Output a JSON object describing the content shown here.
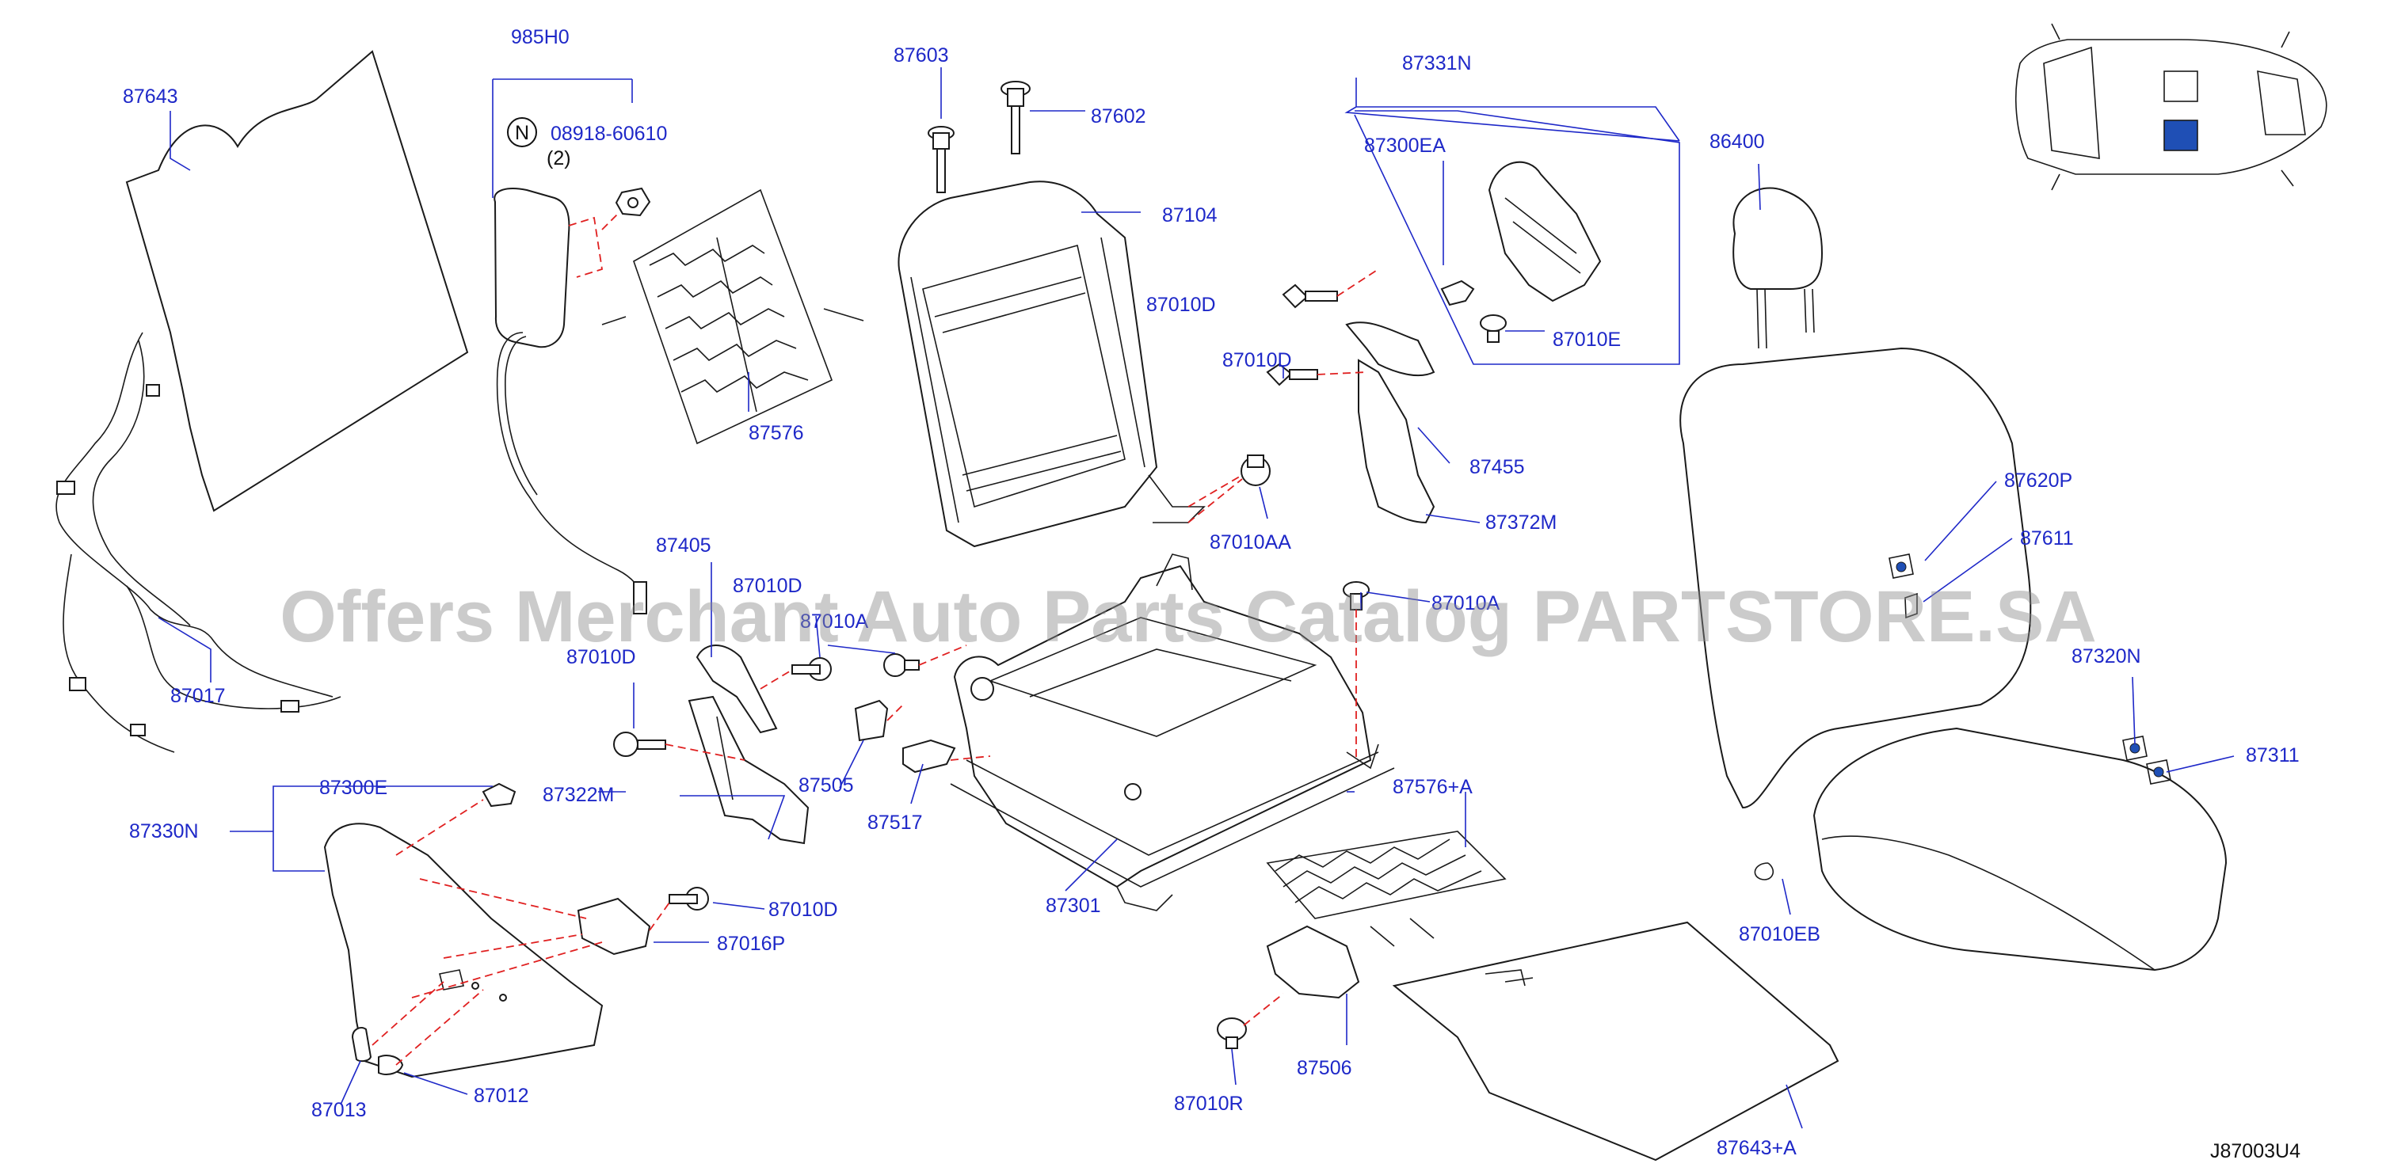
{
  "diagram_code": "J87003U4",
  "watermark": "Offers Merchant Auto Parts Catalog PARTSTORE.SA",
  "note_symbol": "N",
  "note_part": "08918-60610",
  "note_qty": "(2)",
  "labels": {
    "p87643": "87643",
    "p985H0": "985H0",
    "p87603": "87603",
    "p87602": "87602",
    "p87104": "87104",
    "p87331N": "87331N",
    "p87300EA": "87300EA",
    "p87010D_a": "87010D",
    "p87010E": "87010E",
    "p86400": "86400",
    "p87576": "87576",
    "p87010D_b": "87010D",
    "p87455": "87455",
    "p87010AA": "87010AA",
    "p87372M": "87372M",
    "p87620P": "87620P",
    "p87611": "87611",
    "p87405": "87405",
    "p87010D_c": "87010D",
    "p87010A_a": "87010A",
    "p87010A_b": "87010A",
    "p87017": "87017",
    "p87010D_d": "87010D",
    "p87320N": "87320N",
    "p87311": "87311",
    "p87300E": "87300E",
    "p87322M": "87322M",
    "p87505": "87505",
    "p87517": "87517",
    "p87576A": "87576+A",
    "p87330N": "87330N",
    "p87010D_e": "87010D",
    "p87016P": "87016P",
    "p87301": "87301",
    "p87010EB": "87010EB",
    "p87506": "87506",
    "p87012": "87012",
    "p87013": "87013",
    "p87010R": "87010R",
    "p87643A": "87643+A"
  },
  "colors": {
    "label_blue": "#1e28c8",
    "line_blue": "#1e28c8",
    "dash_red": "#e02020",
    "part_stroke": "#1a1a1a",
    "marker_blue": "#1f4fb5"
  },
  "icons": [
    "car-top-view-icon",
    "note-n-circle-icon"
  ]
}
